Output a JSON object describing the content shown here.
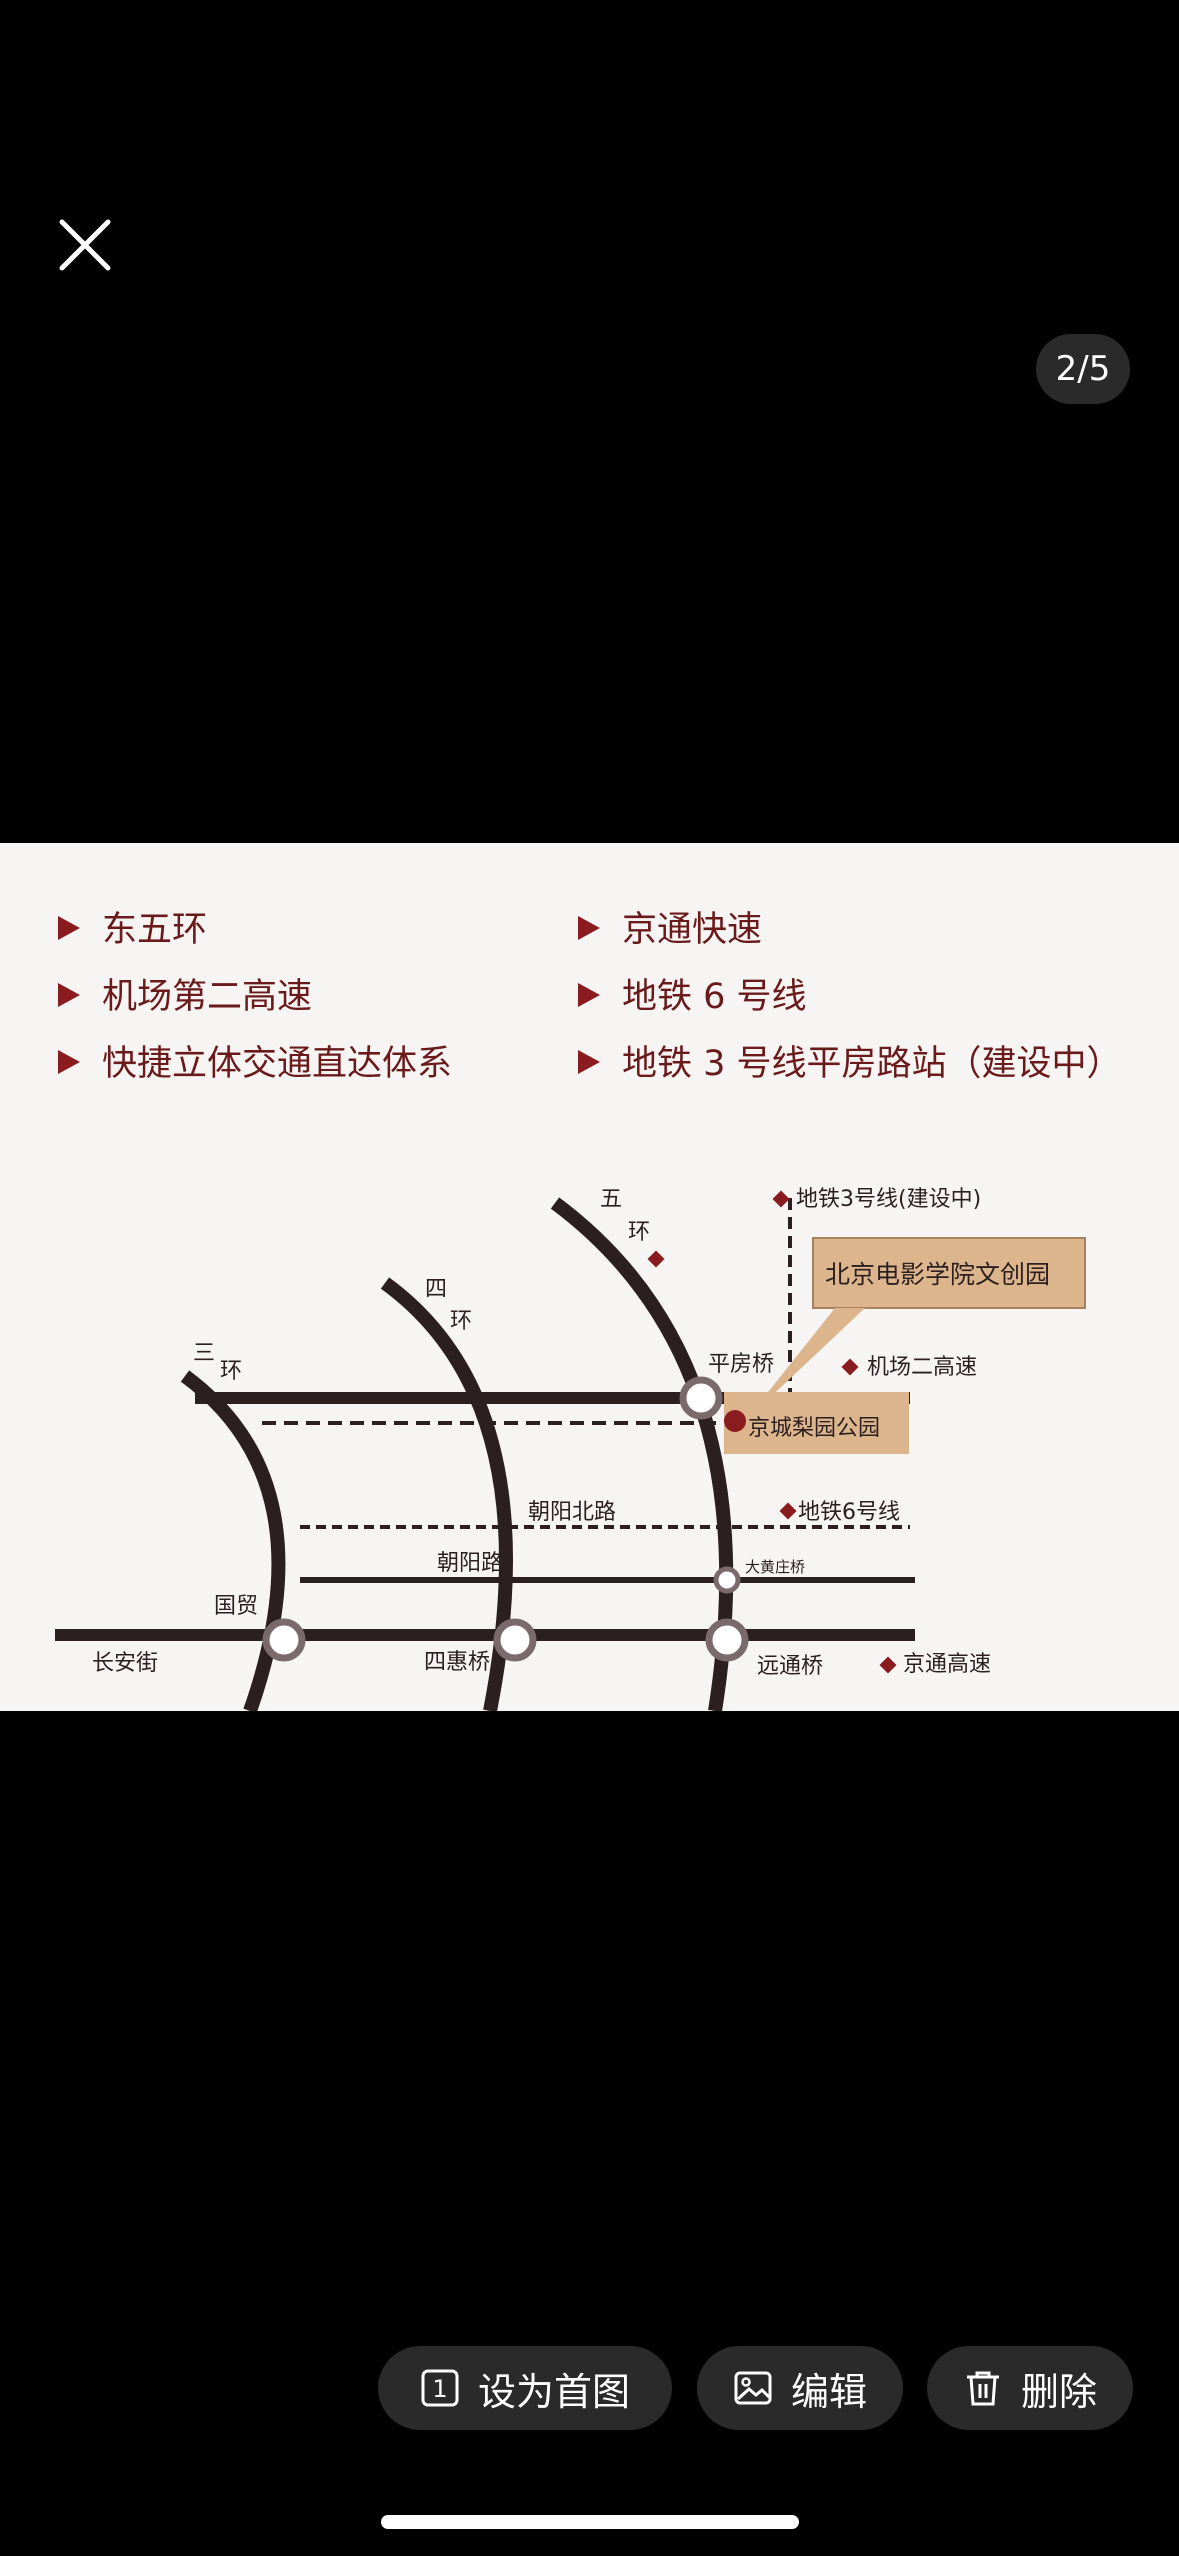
{
  "viewer": {
    "counter": "2/5",
    "close_icon": "close-icon"
  },
  "photo": {
    "features_left": [
      "东五环",
      "机场第二高速",
      "快捷立体交通直达体系"
    ],
    "features_right": [
      "京通快速",
      "地铁 6 号线",
      "地铁 3 号线平房路站（建设中）"
    ],
    "map_labels": {
      "ring3_a": "三",
      "ring3_b": "环",
      "ring4_a": "四",
      "ring4_b": "环",
      "ring5_a": "五",
      "ring5_b": "环",
      "metro3": "地铁3号线(建设中)",
      "destination": "北京电影学院文创园",
      "pingfangqiao": "平房桥",
      "airport2": "机场二高速",
      "park": "京城梨园公园",
      "chaoyangbeilu": "朝阳北路",
      "metro6": "地铁6号线",
      "chaoyanglu": "朝阳路",
      "dahuangzhuang": "大黄庄桥",
      "guomao": "国贸",
      "changanjie": "长安街",
      "sihuiqiao": "四惠桥",
      "yuantongqiao": "远通桥",
      "jingtong": "京通高速"
    },
    "colors": {
      "accent": "#8a1c1f",
      "road": "#2b1f20",
      "label_box": "#ddb58d"
    }
  },
  "actions": {
    "set_cover": "设为首图",
    "edit": "编辑",
    "delete": "删除"
  }
}
